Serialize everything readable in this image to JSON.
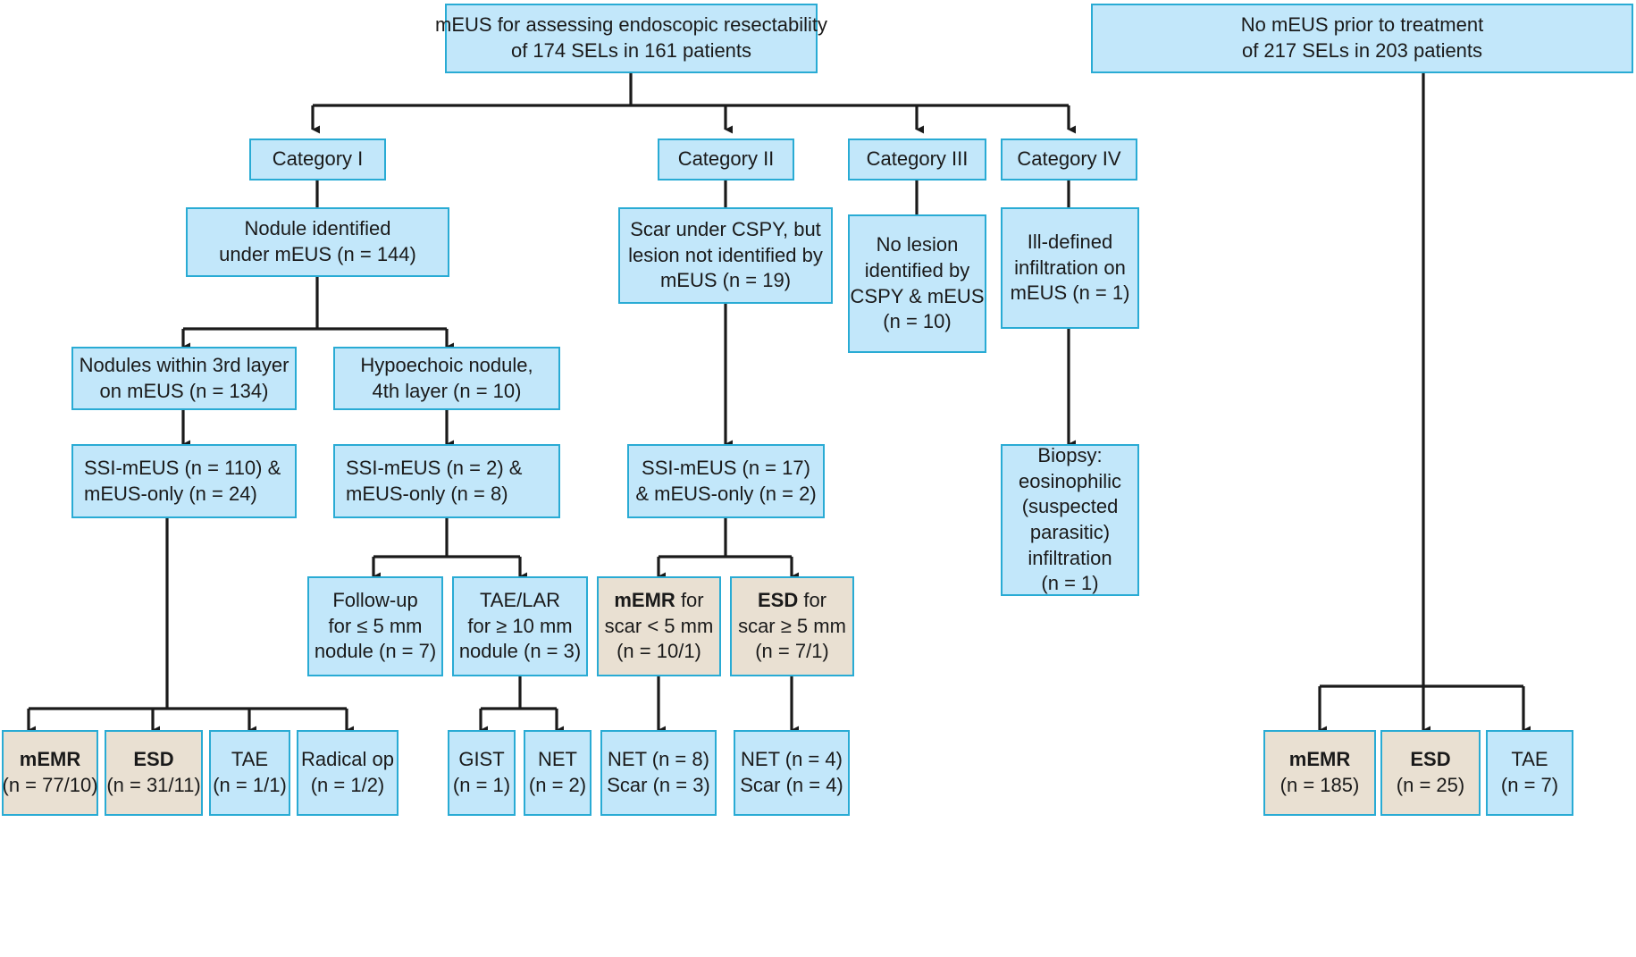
{
  "diagram": {
    "title": "mEUS flowchart for endoscopic resectability of SELs",
    "colors": {
      "box_fill_blue": "#c2e7fa",
      "box_fill_beige": "#e9e0d2",
      "box_border": "#29abd4",
      "connector": "#1a1a1a",
      "text": "#1a1a1a"
    },
    "nodes": [
      {
        "id": "root-meus",
        "lines": [
          {
            "text": "mEUS for assessing endoscopic resectability",
            "bold": false
          },
          {
            "text": "of 174 SELs in 161 patients",
            "bold": false
          }
        ]
      },
      {
        "id": "root-no-meus",
        "lines": [
          {
            "text": "No mEUS prior to treatment",
            "bold": false
          },
          {
            "text": "of 217 SELs in 203 patients",
            "bold": false
          }
        ]
      },
      {
        "id": "category-1",
        "lines": [
          {
            "text": "Category I",
            "bold": false
          }
        ]
      },
      {
        "id": "category-2",
        "lines": [
          {
            "text": "Category II",
            "bold": false
          }
        ]
      },
      {
        "id": "category-3",
        "lines": [
          {
            "text": "Category III",
            "bold": false
          }
        ]
      },
      {
        "id": "category-4",
        "lines": [
          {
            "text": "Category IV",
            "bold": false
          }
        ]
      },
      {
        "id": "nodule-identified",
        "lines": [
          {
            "text": "Nodule identified",
            "bold": false
          },
          {
            "text": "under mEUS (n = 144)",
            "bold": false
          }
        ]
      },
      {
        "id": "scar-under-cspy",
        "lines": [
          {
            "text": "Scar under CSPY, but",
            "bold": false
          },
          {
            "text": "lesion not identified by",
            "bold": false
          },
          {
            "text": "mEUS (n = 19)",
            "bold": false
          }
        ]
      },
      {
        "id": "no-lesion-identified",
        "lines": [
          {
            "text": "No lesion",
            "bold": false
          },
          {
            "text": "identified by",
            "bold": false
          },
          {
            "text": "CSPY & mEUS",
            "bold": false
          },
          {
            "text": "(n = 10)",
            "bold": false
          }
        ]
      },
      {
        "id": "ill-defined-infiltration",
        "lines": [
          {
            "text": "Ill-defined",
            "bold": false
          },
          {
            "text": "infiltration on",
            "bold": false
          },
          {
            "text": "mEUS (n = 1)",
            "bold": false
          }
        ]
      },
      {
        "id": "nodules-3rd-layer",
        "lines": [
          {
            "text": "Nodules within 3rd layer",
            "bold": false
          },
          {
            "text": "on mEUS (n = 134)",
            "bold": false
          }
        ]
      },
      {
        "id": "hypoechoic-4th-layer",
        "lines": [
          {
            "text": "Hypoechoic nodule,",
            "bold": false
          },
          {
            "text": "4th layer (n = 10)",
            "bold": false
          }
        ]
      },
      {
        "id": "ssi-meus-110",
        "lines": [
          {
            "text": "SSI-mEUS (n = 110) &",
            "bold": false
          },
          {
            "text": "mEUS-only (n = 24)",
            "bold": false
          }
        ]
      },
      {
        "id": "ssi-meus-2",
        "lines": [
          {
            "text": "SSI-mEUS (n = 2) &",
            "bold": false
          },
          {
            "text": "mEUS-only (n = 8)",
            "bold": false
          }
        ]
      },
      {
        "id": "ssi-meus-17",
        "lines": [
          {
            "text": "SSI-mEUS (n = 17)",
            "bold": false
          },
          {
            "text": "& mEUS-only (n = 2)",
            "bold": false
          }
        ]
      },
      {
        "id": "biopsy-eosinophilic",
        "lines": [
          {
            "text": "Biopsy:",
            "bold": false
          },
          {
            "text": "eosinophilic",
            "bold": false
          },
          {
            "text": "(suspected",
            "bold": false
          },
          {
            "text": "parasitic)",
            "bold": false
          },
          {
            "text": "infiltration",
            "bold": false
          },
          {
            "text": "(n = 1)",
            "bold": false
          }
        ]
      },
      {
        "id": "follow-up-5mm",
        "lines": [
          {
            "text": "Follow-up",
            "bold": false
          },
          {
            "text": "for ≤ 5 mm",
            "bold": false
          },
          {
            "text": "nodule (n = 7)",
            "bold": false
          }
        ]
      },
      {
        "id": "tae-lar-10mm",
        "lines": [
          {
            "text": "TAE/LAR",
            "bold": false
          },
          {
            "text": "for ≥ 10 mm",
            "bold": false
          },
          {
            "text": "nodule (n = 3)",
            "bold": false
          }
        ]
      },
      {
        "id": "memr-scar-5mm",
        "lines": [
          {
            "text": "mEMR",
            "bold": true,
            "suffix": " for"
          },
          {
            "text": "scar < 5 mm",
            "bold": false
          },
          {
            "text": "(n = 10/1)",
            "bold": false
          }
        ]
      },
      {
        "id": "esd-scar-5mm",
        "lines": [
          {
            "text": "ESD",
            "bold": true,
            "suffix": " for"
          },
          {
            "text": "scar ≥ 5 mm",
            "bold": false
          },
          {
            "text": "(n = 7/1)",
            "bold": false
          }
        ]
      },
      {
        "id": "outcome-memr-77",
        "lines": [
          {
            "text": "mEMR",
            "bold": true
          },
          {
            "text": "(n = 77/10)",
            "bold": false
          }
        ]
      },
      {
        "id": "outcome-esd-31",
        "lines": [
          {
            "text": "ESD",
            "bold": true
          },
          {
            "text": "(n = 31/11)",
            "bold": false
          }
        ]
      },
      {
        "id": "outcome-tae-1",
        "lines": [
          {
            "text": "TAE",
            "bold": false
          },
          {
            "text": "(n = 1/1)",
            "bold": false
          }
        ]
      },
      {
        "id": "outcome-radical-op",
        "lines": [
          {
            "text": "Radical op",
            "bold": false
          },
          {
            "text": "(n = 1/2)",
            "bold": false
          }
        ]
      },
      {
        "id": "outcome-gist",
        "lines": [
          {
            "text": "GIST",
            "bold": false
          },
          {
            "text": "(n = 1)",
            "bold": false
          }
        ]
      },
      {
        "id": "outcome-net-2",
        "lines": [
          {
            "text": "NET",
            "bold": false
          },
          {
            "text": "(n = 2)",
            "bold": false
          }
        ]
      },
      {
        "id": "outcome-net-8-scar-3",
        "lines": [
          {
            "text": "NET (n = 8)",
            "bold": false
          },
          {
            "text": "Scar (n = 3)",
            "bold": false
          }
        ]
      },
      {
        "id": "outcome-net-4-scar-4",
        "lines": [
          {
            "text": "NET (n = 4)",
            "bold": false
          },
          {
            "text": "Scar (n = 4)",
            "bold": false
          }
        ]
      },
      {
        "id": "outcome-memr-185",
        "lines": [
          {
            "text": "mEMR",
            "bold": true
          },
          {
            "text": "(n = 185)",
            "bold": false
          }
        ]
      },
      {
        "id": "outcome-esd-25",
        "lines": [
          {
            "text": "ESD",
            "bold": true
          },
          {
            "text": "(n = 25)",
            "bold": false
          }
        ]
      },
      {
        "id": "outcome-tae-7",
        "lines": [
          {
            "text": "TAE",
            "bold": false
          },
          {
            "text": "(n = 7)",
            "bold": false
          }
        ]
      }
    ]
  }
}
